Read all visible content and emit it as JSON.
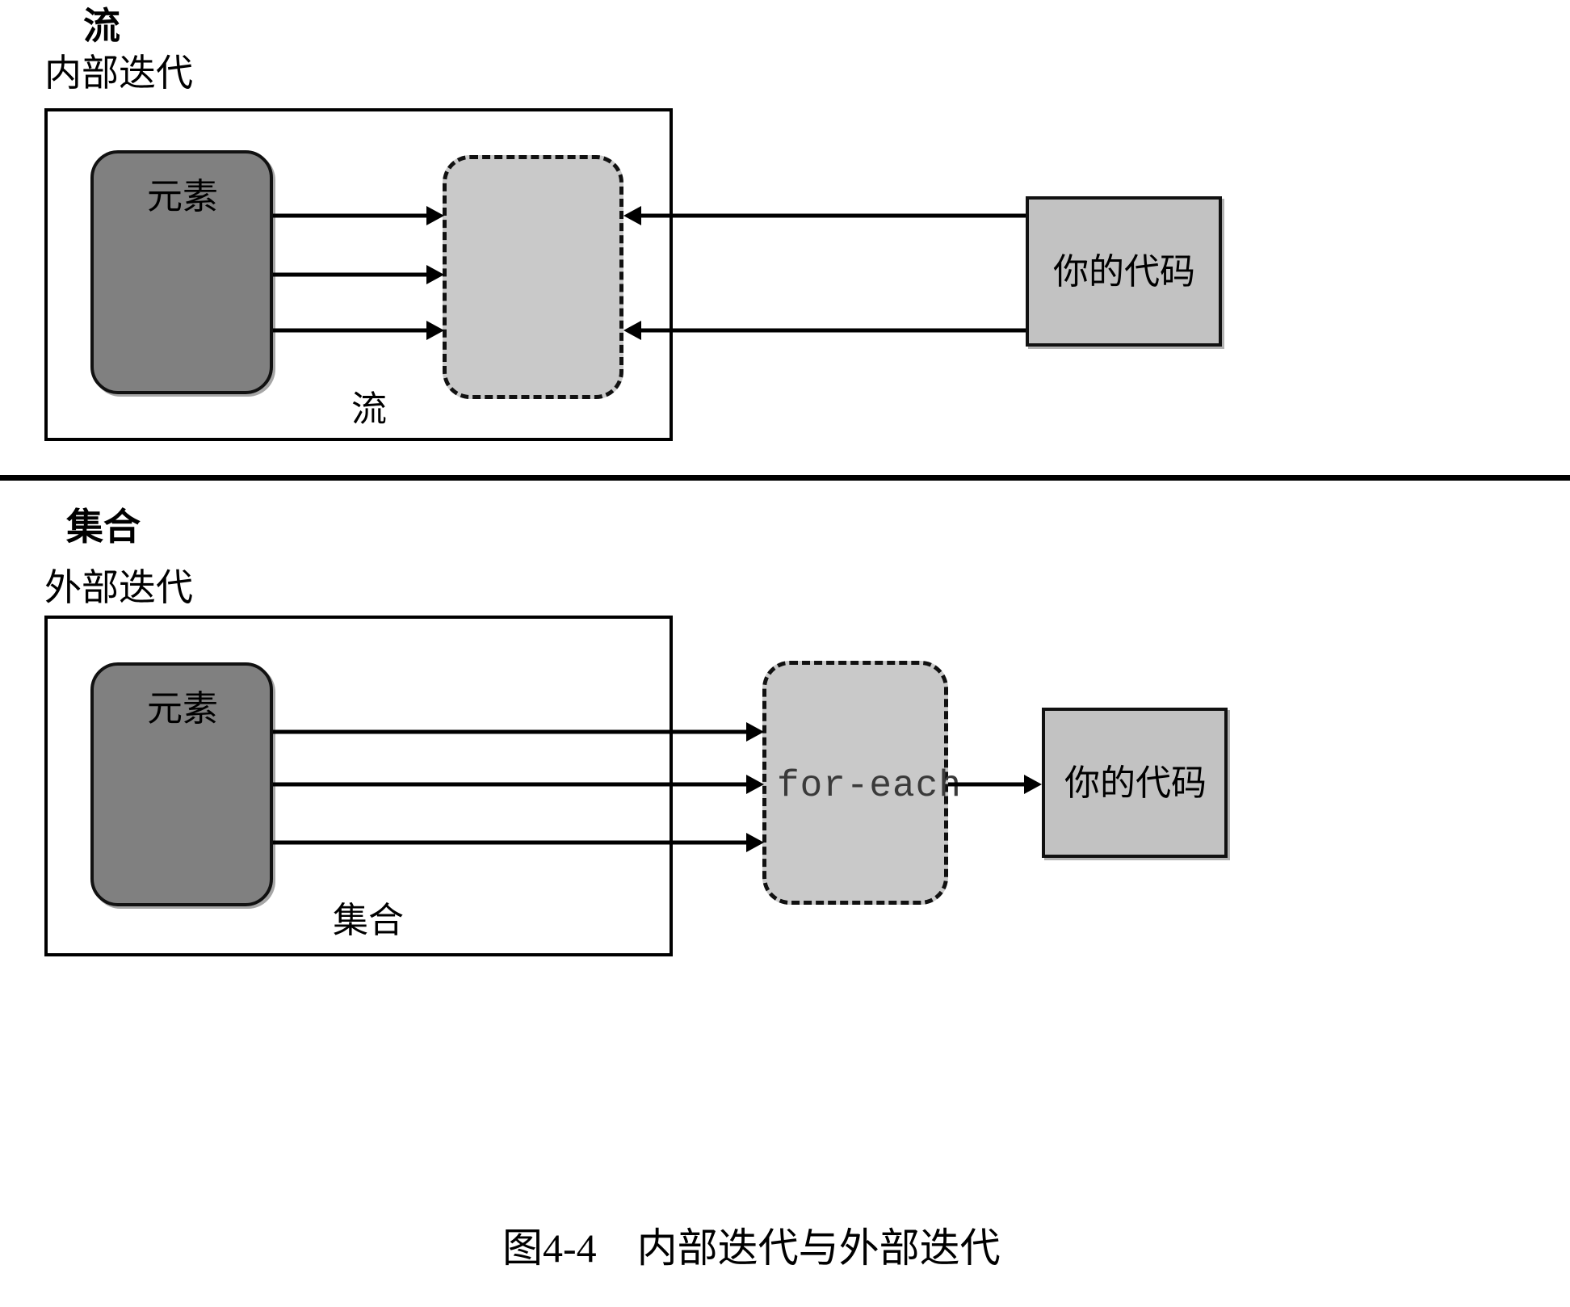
{
  "figure": {
    "caption": "图4-4　内部迭代与外部迭代"
  },
  "panels": [
    {
      "id": "internal-iteration",
      "title": "流",
      "subtitle": "内部迭代",
      "elements_box_label": "元素",
      "processor_box_label": "",
      "container_label": "流",
      "code_box_label": "你的代码",
      "arrow_count_in": 3,
      "arrow_count_back": 2,
      "arrow_direction_note": "elements → 流 ; 你的代码 → 流"
    },
    {
      "id": "external-iteration",
      "title": "集合",
      "subtitle": "外部迭代",
      "elements_box_label": "元素",
      "processor_box_label": "for-each",
      "container_label": "集合",
      "code_box_label": "你的代码",
      "arrow_count_in": 3,
      "arrow_count_back": 0,
      "arrow_direction_note": "elements → for-each → 你的代码"
    }
  ],
  "colors": {
    "elements_fill": "#808080",
    "dashed_fill": "#c9c9c9",
    "code_fill": "#c2c2c2",
    "stroke": "#111111",
    "background": "#ffffff"
  }
}
